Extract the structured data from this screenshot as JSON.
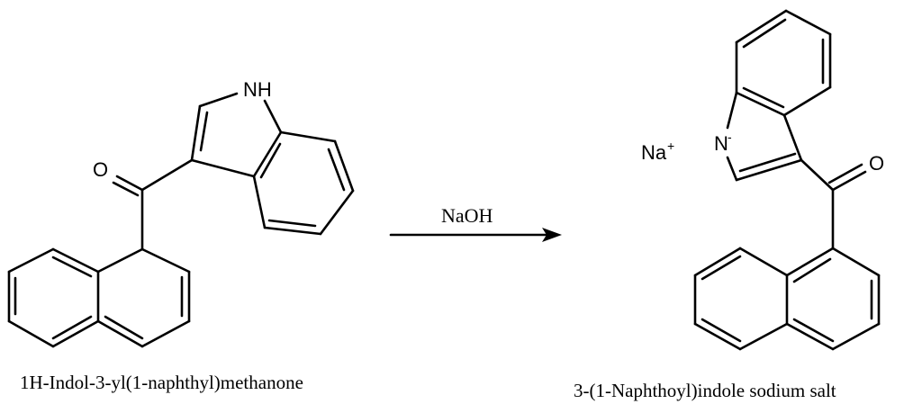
{
  "reaction": {
    "reactant": {
      "name": "1H-Indol-3-yl(1-naphthyl)methanone",
      "atoms": {
        "nh": "NH",
        "carbonyl_o": "O"
      }
    },
    "reagent": "NaOH",
    "product": {
      "name": "3-(1-Naphthoyl)indole sodium salt",
      "atoms": {
        "counter_ion": "Na",
        "counter_ion_charge": "+",
        "indole_n": "N",
        "indole_n_charge": "-",
        "carbonyl_o": "O"
      }
    }
  },
  "colors": {
    "ink": "#000000",
    "background": "#ffffff"
  }
}
